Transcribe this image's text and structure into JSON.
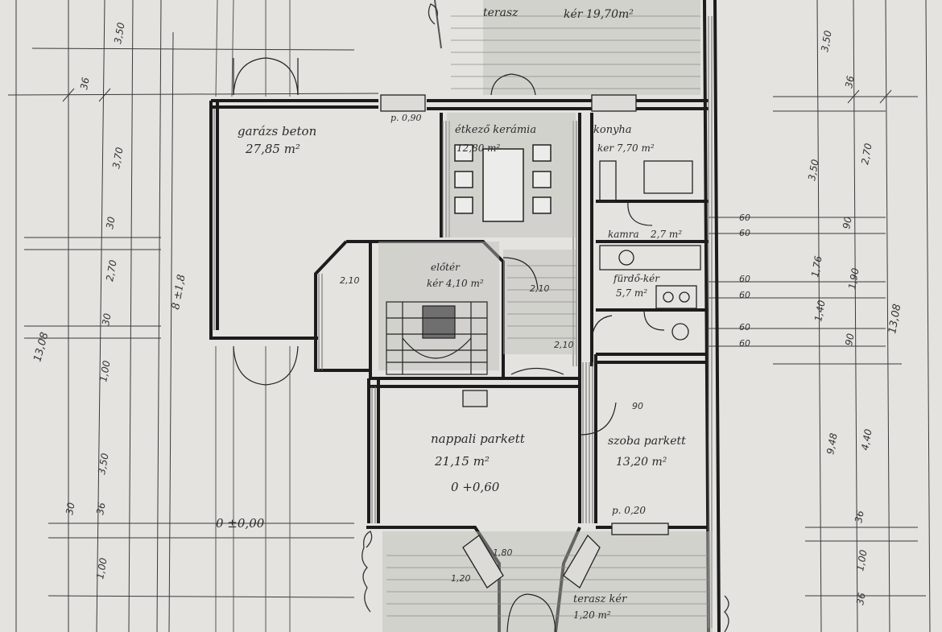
{
  "rooms": [
    {
      "id": "terasz-top",
      "name": "terasz",
      "area": "kér 19,70m²"
    },
    {
      "id": "gardazs",
      "name": "garázs beton",
      "area": "27,85 m²"
    },
    {
      "id": "etkezo",
      "name": "étkező kerámia",
      "area": "12,80 m²"
    },
    {
      "id": "konyha",
      "name": "konyha",
      "area": "ker 7,70 m²"
    },
    {
      "id": "kamra",
      "name": "kamra",
      "area": "2,7 m²"
    },
    {
      "id": "furdo",
      "name": "fürdő-kér",
      "area": "5,7 m²"
    },
    {
      "id": "eloter",
      "name": "előtér",
      "area": "kér 4,10 m²"
    },
    {
      "id": "nappali",
      "name": "nappali parkett",
      "area": "21,15 m²"
    },
    {
      "id": "szoba",
      "name": "szoba parkett",
      "area": "13,20 m²"
    },
    {
      "id": "terasz-bottom",
      "name": "terasz kér",
      "area": "1,20 m²"
    }
  ],
  "levels": {
    "nappali": "0 +0,60",
    "garage": "0 ±0,00",
    "terasz_left": "8 ±1,8",
    "parapet": "p. 0,20",
    "parapet_top": "p. 0,90"
  },
  "dimensions": {
    "left_chain": [
      "3,50",
      "36",
      "3,70",
      "30",
      "2,70",
      "30",
      "1,00",
      "3,50",
      "36",
      "1,00",
      "30"
    ],
    "left_total": "13,08",
    "right_chain": [
      "3,50",
      "36",
      "3,50",
      "2,70",
      "90",
      "1,76",
      "1,90",
      "1,40",
      "90",
      "4,40",
      "9,48",
      "36",
      "1,00",
      "36"
    ],
    "right_total": "13,08",
    "openings": [
      "60",
      "60",
      "60",
      "60",
      "60",
      "60",
      "2,10",
      "2,10",
      "2,10",
      "90",
      "1,20",
      "1,80"
    ]
  }
}
